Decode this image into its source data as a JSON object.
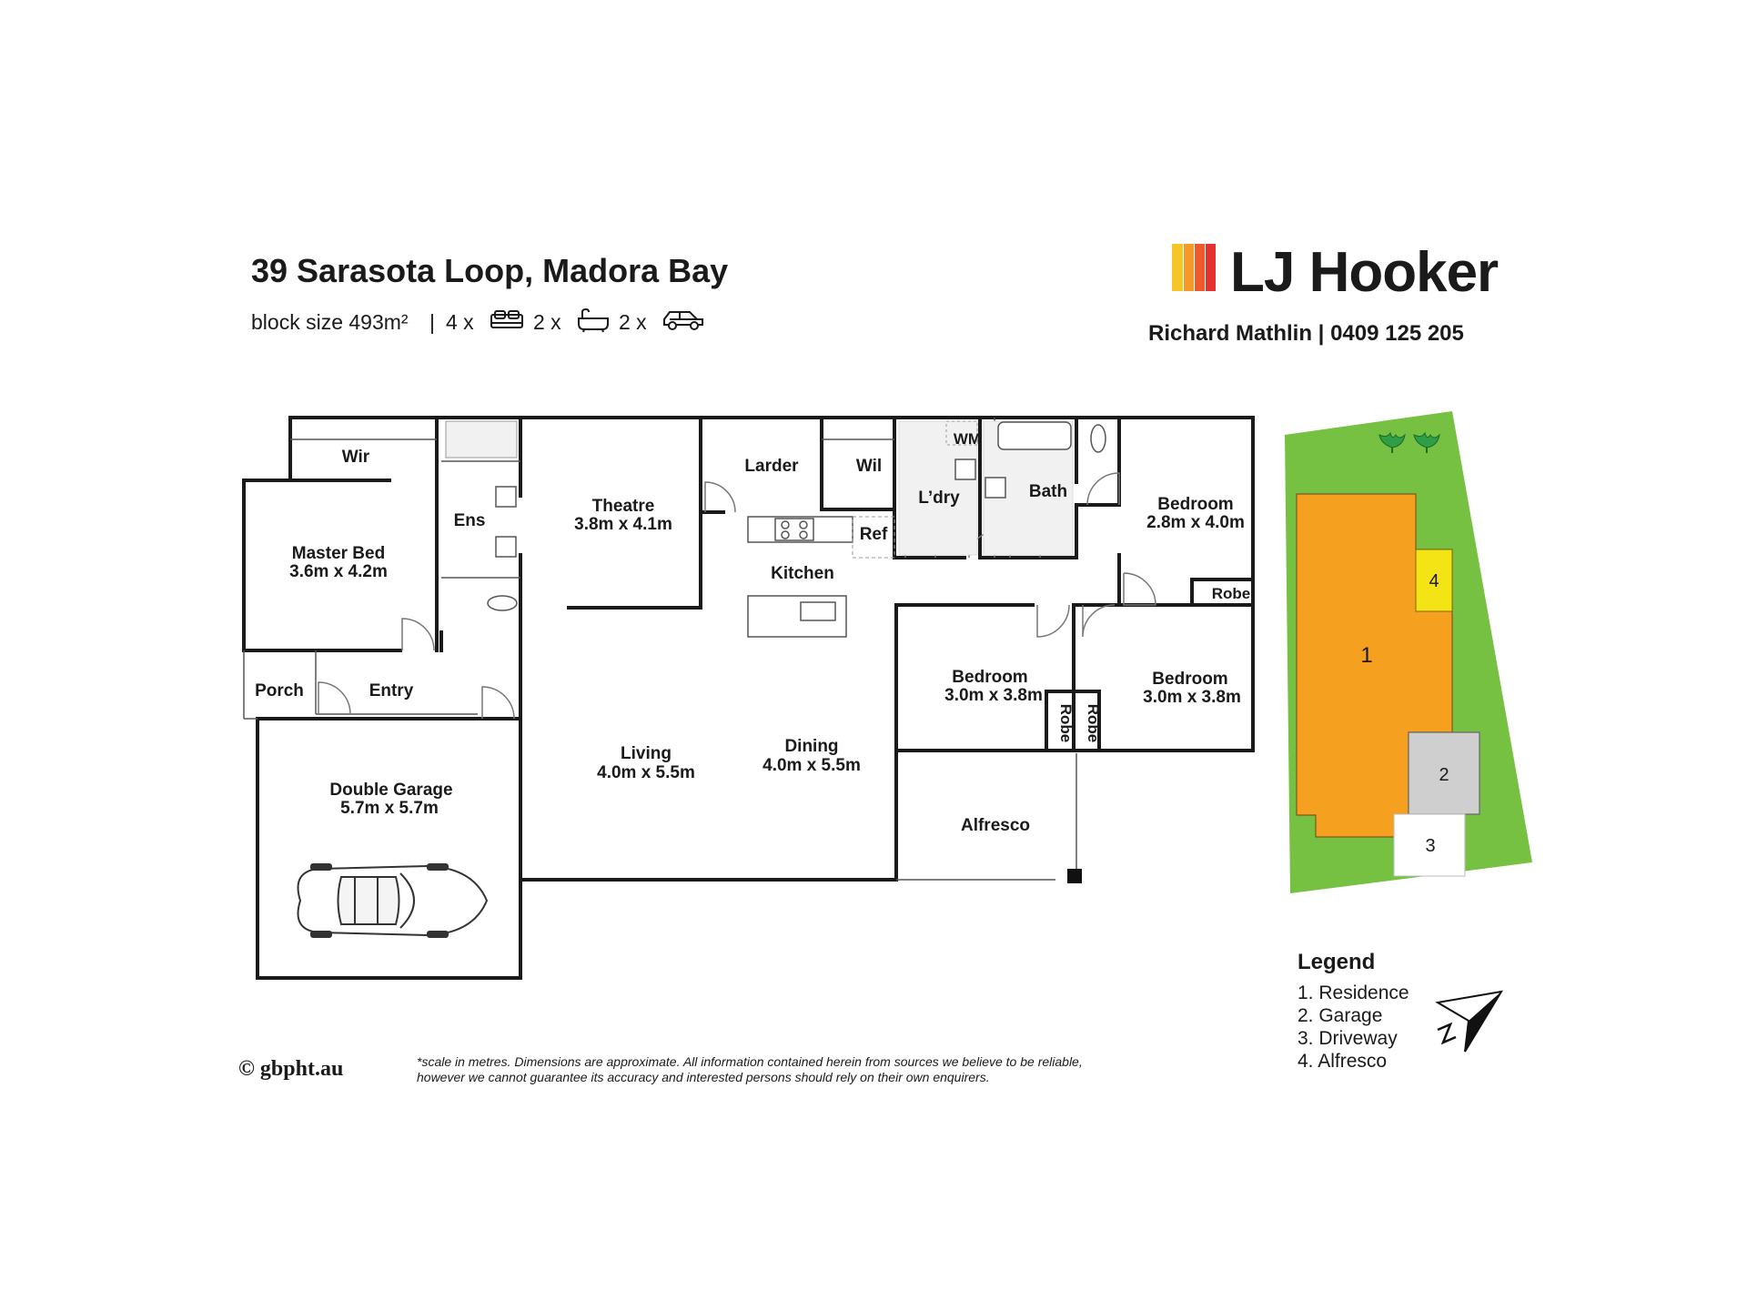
{
  "header": {
    "address": "39 Sarasota Loop, Madora Bay",
    "block_size": "block size 493m²",
    "bed_count": "4 x",
    "bath_count": "2 x",
    "car_count": "2 x",
    "separator": "|"
  },
  "brand": {
    "name": "LJ Hooker",
    "agent": "Richard Mathlin | 0409 125 205",
    "colors": [
      "#f5c62a",
      "#f59a28",
      "#ee5a2b",
      "#e3322f"
    ]
  },
  "icons": {
    "bed": "bed-icon",
    "bath": "bath-icon",
    "car": "car-icon",
    "north": "north-arrow-icon"
  },
  "rooms": {
    "wir": "Wir",
    "ens": "Ens",
    "master_bed": {
      "name": "Master Bed",
      "dim": "3.6m x 4.2m"
    },
    "theatre": {
      "name": "Theatre",
      "dim": "3.8m x 4.1m"
    },
    "larder": "Larder",
    "wil": "Wil",
    "wm": "WM",
    "laundry": "L’dry",
    "bath": "Bath",
    "ref": "Ref",
    "kitchen": "Kitchen",
    "bedroom_ne": {
      "name": "Bedroom",
      "dim": "2.8m x 4.0m"
    },
    "robe_ne": "Robe",
    "porch": "Porch",
    "entry": "Entry",
    "bedroom_c": {
      "name": "Bedroom",
      "dim": "3.0m x 3.8m"
    },
    "bedroom_e": {
      "name": "Bedroom",
      "dim": "3.0m x 3.8m"
    },
    "robe_a": "Robe",
    "robe_b": "Robe",
    "living": {
      "name": "Living",
      "dim": "4.0m x 5.5m"
    },
    "dining": {
      "name": "Dining",
      "dim": "4.0m x 5.5m"
    },
    "garage": {
      "name": "Double Garage",
      "dim": "5.7m x 5.7m"
    },
    "alfresco": "Alfresco"
  },
  "site_plan": {
    "labels": [
      "1",
      "2",
      "3",
      "4"
    ],
    "colors": {
      "lawn": "#77c142",
      "residence": "#f5a01f",
      "garage": "#cfcfcf",
      "alfresco": "#f5e415",
      "driveway": "#ffffff"
    }
  },
  "legend": {
    "title": "Legend",
    "items": [
      "1. Residence",
      "2. Garage",
      "3. Driveway",
      "4. Alfresco"
    ]
  },
  "footer": {
    "copyright": "© gbpht.au",
    "disclaimer_line1": "*scale in metres. Dimensions are approximate. All information contained herein from sources we believe to be reliable,",
    "disclaimer_line2": "however we cannot guarantee its accuracy and interested persons should rely on their own enquirers."
  }
}
